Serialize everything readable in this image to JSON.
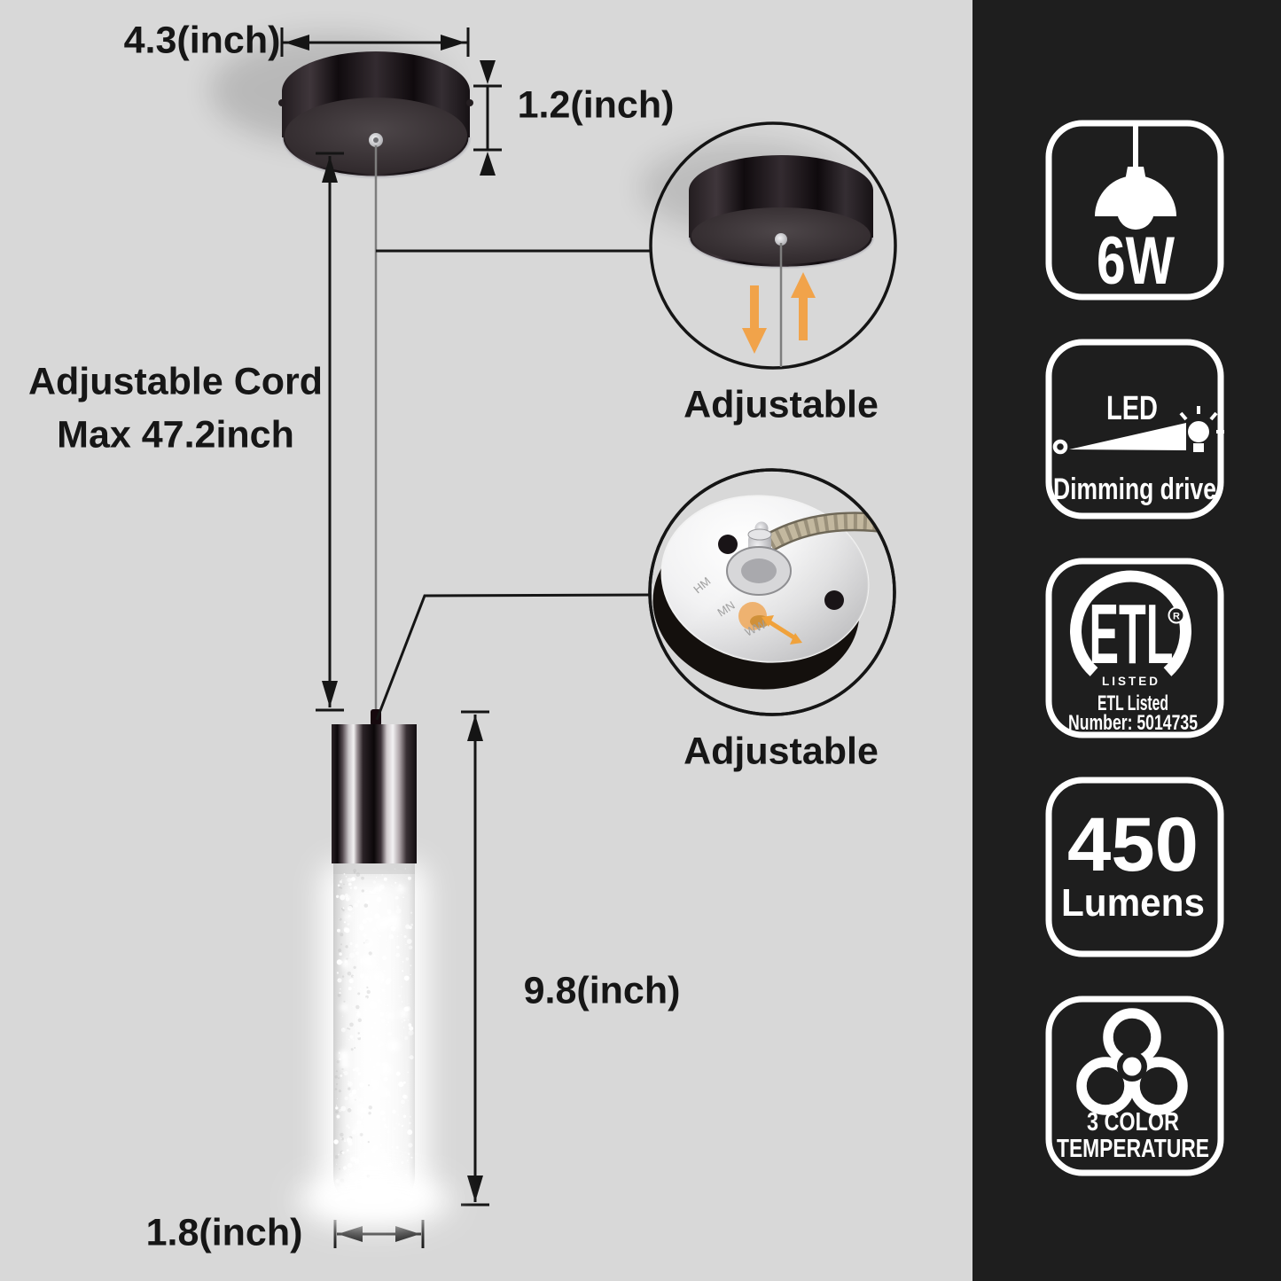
{
  "page": {
    "bg": "#d8d8d8",
    "band_bg": "#1e1e1e",
    "accent_orange": "#f1a34a",
    "line_color": "#151515"
  },
  "diagram": {
    "dim_width_label": "4.3(inch)",
    "dim_height_label": "1.2(inch)",
    "cord_label_line1": "Adjustable Cord",
    "cord_label_line2": "Max 47.2inch",
    "callout_top_label": "Adjustable",
    "callout_bottom_label": "Adjustable",
    "pendant_height_label": "9.8(inch)",
    "pendant_width_label": "1.8(inch)",
    "plate_markings": [
      "HM",
      "MN",
      "WW"
    ]
  },
  "features": {
    "power": {
      "value": "6W",
      "icon": "pendant-lamp-icon"
    },
    "dimming": {
      "top": "LED",
      "bottom": "Dimming drive",
      "icon": "dimming-beam-icon"
    },
    "etl": {
      "logo_text": "ETL",
      "arc_text": "LISTED",
      "reg": "R",
      "line1": "ETL Listed",
      "line2": "Number: 5014735"
    },
    "lumens": {
      "value": "450",
      "unit": "Lumens"
    },
    "cct": {
      "line1": "3 COLOR",
      "line2": "TEMPERATURE",
      "icon": "tri-ring-icon"
    }
  }
}
